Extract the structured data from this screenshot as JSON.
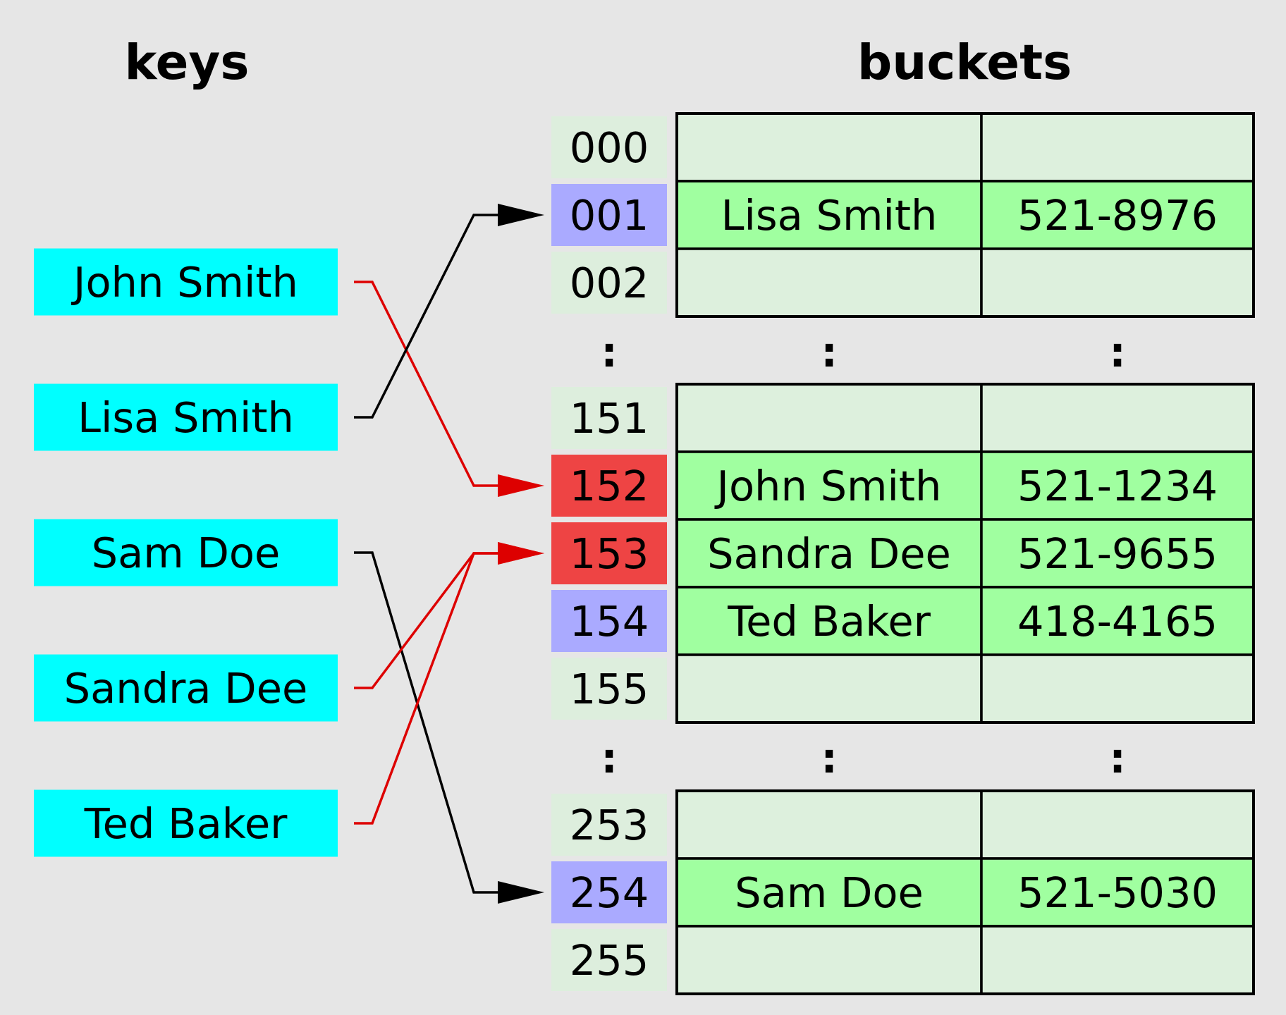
{
  "headings": {
    "keys": "keys",
    "buckets": "buckets"
  },
  "keys": [
    {
      "name": "John Smith",
      "target": "152"
    },
    {
      "name": "Lisa Smith",
      "target": "001"
    },
    {
      "name": "Sam Doe",
      "target": "254"
    },
    {
      "name": "Sandra Dee",
      "target": "153"
    },
    {
      "name": "Ted Baker",
      "target": "153"
    }
  ],
  "bucket_groups": [
    {
      "rows": [
        {
          "index": "000",
          "name": "",
          "phone": "",
          "state": "empty"
        },
        {
          "index": "001",
          "name": "Lisa Smith",
          "phone": "521-8976",
          "state": "filled"
        },
        {
          "index": "002",
          "name": "",
          "phone": "",
          "state": "empty"
        }
      ]
    },
    {
      "rows": [
        {
          "index": "151",
          "name": "",
          "phone": "",
          "state": "empty"
        },
        {
          "index": "152",
          "name": "John Smith",
          "phone": "521-1234",
          "state": "collision"
        },
        {
          "index": "153",
          "name": "Sandra Dee",
          "phone": "521-9655",
          "state": "collision"
        },
        {
          "index": "154",
          "name": "Ted Baker",
          "phone": "418-4165",
          "state": "filled"
        },
        {
          "index": "155",
          "name": "",
          "phone": "",
          "state": "empty"
        }
      ]
    },
    {
      "rows": [
        {
          "index": "253",
          "name": "",
          "phone": "",
          "state": "empty"
        },
        {
          "index": "254",
          "name": "Sam Doe",
          "phone": "521-5030",
          "state": "filled"
        },
        {
          "index": "255",
          "name": "",
          "phone": "",
          "state": "empty"
        }
      ]
    }
  ],
  "ellipsis": ":",
  "colors": {
    "background": "#e6e6e6",
    "key_box": "#00ffff",
    "index_empty": "#ddeedd",
    "index_filled": "#aaaaff",
    "index_collision": "#ee4444",
    "cell_empty": "#ddf0dd",
    "cell_filled": "#a0ffa0",
    "arrow_normal": "#000000",
    "arrow_collision": "#dd0000"
  }
}
